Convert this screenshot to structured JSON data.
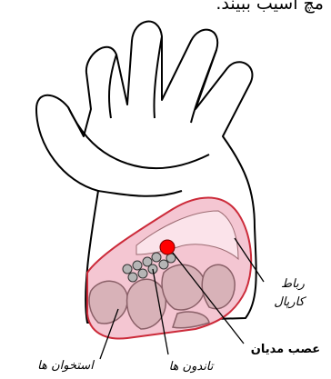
{
  "caption_fragment": "مچ آسیب ببیند.",
  "labels": {
    "ligament_line1": "رباط",
    "ligament_line2": "کارپال",
    "median_nerve": "عصب مدیان",
    "tendons": "تاندون ها",
    "bones": "استخوان ها"
  },
  "colors": {
    "outline": "#000000",
    "skin": "#ffffff",
    "tunnel_border": "#cc2b3a",
    "tunnel_fill": "#f4c6d2",
    "bones_fill": "#d8b2b8",
    "nerve": "#ff0000",
    "tendon": "#b5b5b5"
  }
}
